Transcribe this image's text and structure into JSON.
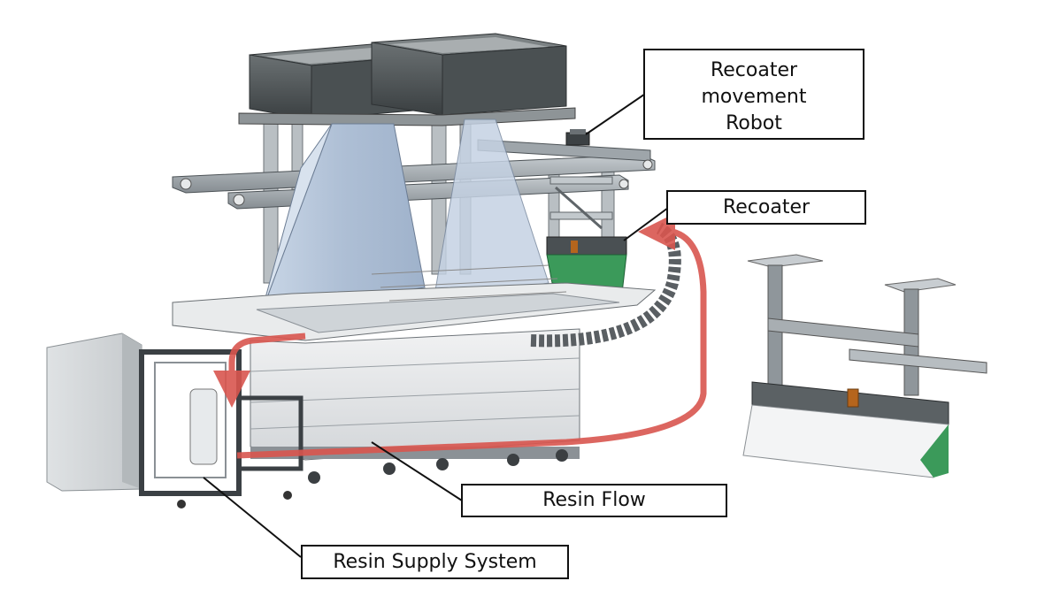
{
  "callouts": {
    "robot": "Recoater\nmovement\nRobot",
    "recoater": "Recoater",
    "resin_flow": "Resin Flow",
    "resin_supply": "Resin Supply System"
  },
  "colors": {
    "resin_flow_arrow": "#d9564f",
    "frame_metal": "#9aa1a6",
    "frame_dark": "#55595c",
    "hopper_dark": "#3f4446",
    "hood_glass": "#b9c8dc",
    "tank_panel": "#e6e8ea",
    "blade_green": "#3b9a5a",
    "background": "#ffffff"
  }
}
